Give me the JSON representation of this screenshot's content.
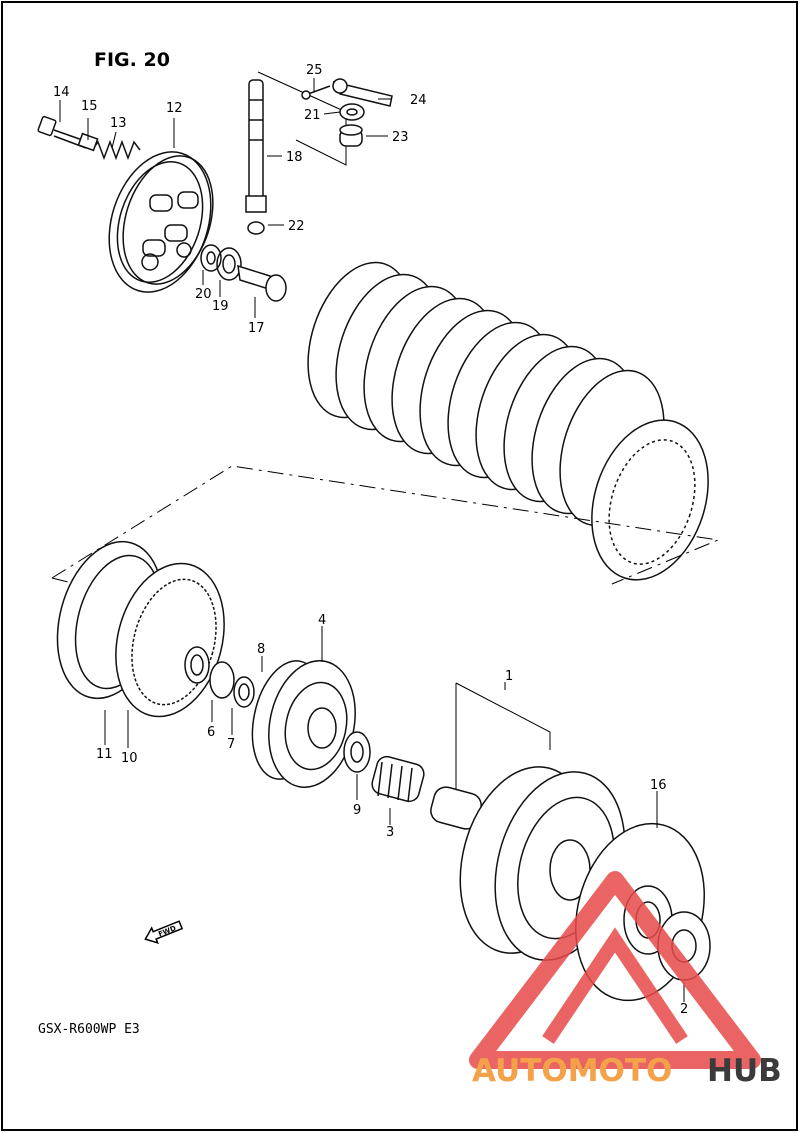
{
  "figure": {
    "title": "FIG. 20",
    "model": "GSX-R600WP  E3",
    "fwd_label": "FWD"
  },
  "watermark": {
    "part1": "AUTOMOTO",
    "part2": "HUB",
    "color1": "#f4a24a",
    "color2": "#3b3b3b",
    "triangle_color": "#e84a4a"
  },
  "callouts": [
    "1",
    "2",
    "3",
    "4",
    "6",
    "7",
    "8",
    "9",
    "10",
    "11",
    "12",
    "13",
    "14",
    "15",
    "16",
    "17",
    "18",
    "19",
    "20",
    "21",
    "22",
    "23",
    "24",
    "25"
  ]
}
